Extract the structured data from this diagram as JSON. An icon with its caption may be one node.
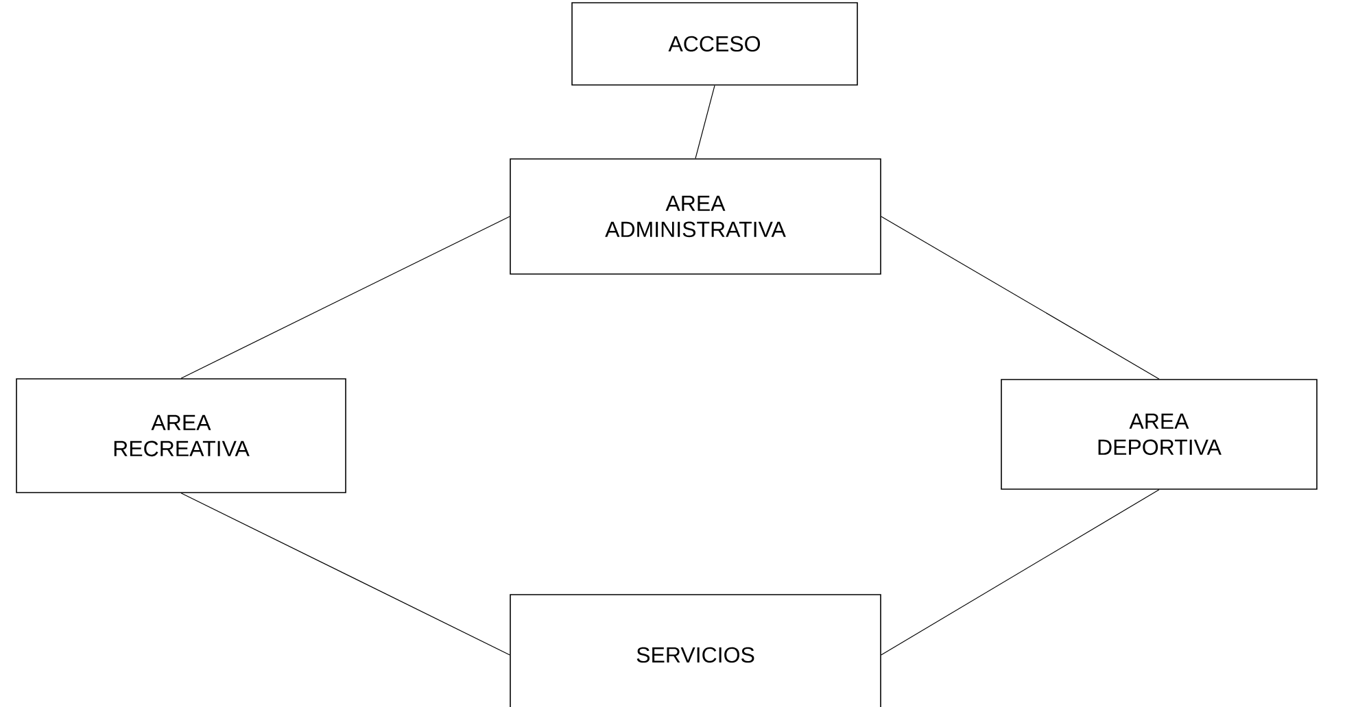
{
  "diagram": {
    "nodes": [
      {
        "text": [
          "ACCESO"
        ]
      },
      {
        "text": [
          "AREA ADMINISTRATIVA"
        ]
      },
      {
        "text": [
          "AREA RECREATIVA"
        ]
      },
      {
        "text": [
          "AREA DEPORTIVA"
        ]
      },
      {
        "text": [
          "SERVICIOS"
        ]
      }
    ],
    "edges": [
      {
        "from": 0,
        "to": 1,
        "arrow": "none"
      },
      {
        "from": 1,
        "to": 2,
        "arrow": "none"
      },
      {
        "from": 1,
        "to": 3,
        "arrow": "none"
      },
      {
        "from": 2,
        "to": 4,
        "arrow": "none"
      },
      {
        "from": 3,
        "to": 4,
        "arrow": "none"
      }
    ]
  }
}
